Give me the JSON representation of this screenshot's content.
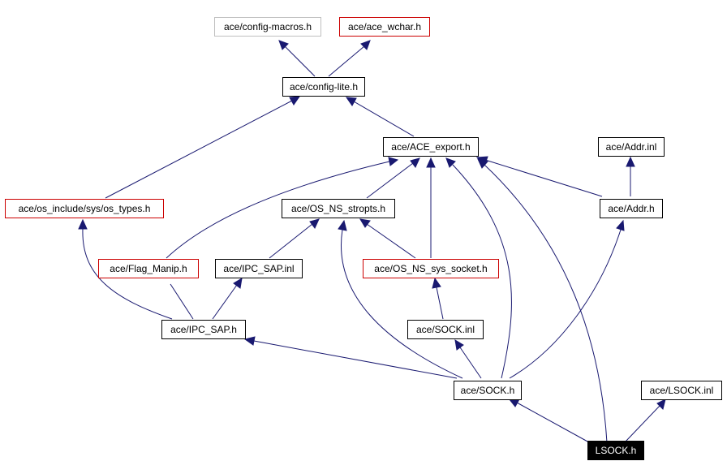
{
  "colors": {
    "edge": "#191970",
    "border_default": "#000000",
    "border_incomplete": "#cc0000",
    "border_undocumented": "#bfbfbf",
    "active_fill": "#000000",
    "active_text": "#ffffff"
  },
  "nodes": {
    "config_macros": "ace/config-macros.h",
    "ace_wchar": "ace/ace_wchar.h",
    "config_lite": "ace/config-lite.h",
    "ace_export": "ace/ACE_export.h",
    "addr_inl": "ace/Addr.inl",
    "os_types": "ace/os_include/sys/os_types.h",
    "os_ns_stropts": "ace/OS_NS_stropts.h",
    "addr_h": "ace/Addr.h",
    "flag_manip": "ace/Flag_Manip.h",
    "ipc_sap_inl": "ace/IPC_SAP.inl",
    "os_ns_sys_socket": "ace/OS_NS_sys_socket.h",
    "ipc_sap_h": "ace/IPC_SAP.h",
    "sock_inl": "ace/SOCK.inl",
    "sock_h": "ace/SOCK.h",
    "lsock_inl": "ace/LSOCK.inl",
    "lsock_h": "LSOCK.h"
  }
}
